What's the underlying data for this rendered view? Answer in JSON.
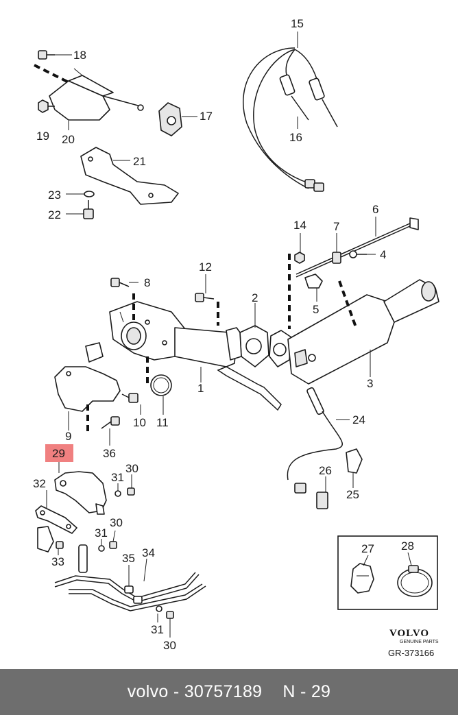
{
  "callouts": {
    "c1": "1",
    "c2": "2",
    "c3": "3",
    "c4": "4",
    "c5": "5",
    "c6": "6",
    "c7": "7",
    "c8": "8",
    "c9": "9",
    "c10": "10",
    "c11": "11",
    "c12": "12",
    "c14": "14",
    "c15": "15",
    "c16": "16",
    "c17": "17",
    "c18": "18",
    "c19": "19",
    "c20": "20",
    "c21": "21",
    "c22": "22",
    "c23": "23",
    "c24": "24",
    "c25": "25",
    "c26": "26",
    "c27": "27",
    "c28": "28",
    "c29": "29",
    "c30a": "30",
    "c30b": "30",
    "c30c": "30",
    "c31a": "31",
    "c31b": "31",
    "c31c": "31",
    "c32": "32",
    "c33": "33",
    "c34": "34",
    "c35": "35",
    "c36": "36"
  },
  "highlight": {
    "part": "29",
    "color": "#f08080"
  },
  "branding": {
    "logo_text": "VOLVO",
    "logo_sub": "GENUINE PARTS",
    "ref_number": "GR-373166"
  },
  "footer": {
    "part_text": "volvo - 30757189",
    "position_text": "N - 29",
    "background": "#6e6e6e"
  }
}
